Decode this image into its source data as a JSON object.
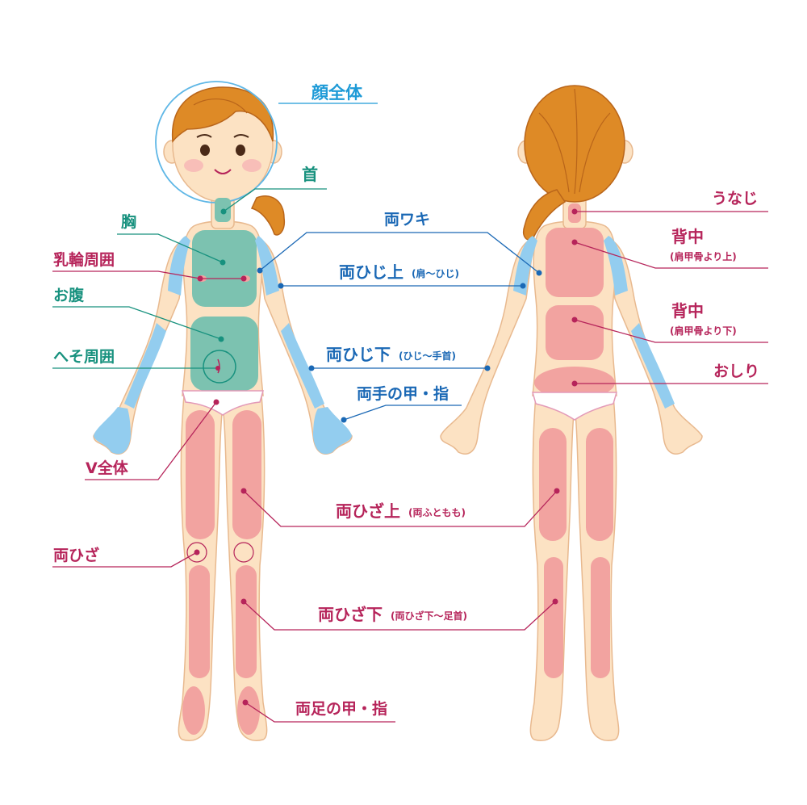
{
  "colors": {
    "skin": "#fce2c3",
    "skin_line": "#e8b98f",
    "hair": "#de8a26",
    "hair_line": "#b9651a",
    "blue_zone": "#93cdef",
    "green_zone": "#7cc2b0",
    "pink_zone": "#f2a3a0",
    "cyan_text": "#1f9bd7",
    "teal_text": "#17917e",
    "blue_text": "#1a68b5",
    "magenta_text": "#b6245a"
  },
  "labels": {
    "face": "顔全体",
    "neck": "首",
    "chest": "胸",
    "areola": "乳輪周囲",
    "belly": "お腹",
    "navel": "へそ周囲",
    "v_zone": "V全体",
    "knees": "両ひざ",
    "armpits": "両ワキ",
    "upper_arms": "両ひじ上",
    "upper_arms_sub": "(肩〜ひじ)",
    "lower_arms": "両ひじ下",
    "lower_arms_sub": "(ひじ〜手首)",
    "hands": "両手の甲・指",
    "thighs": "両ひざ上",
    "thighs_sub": "(両ふともも)",
    "lower_legs": "両ひざ下",
    "lower_legs_sub": "(両ひざ下〜足首)",
    "feet": "両足の甲・指",
    "nape": "うなじ",
    "upper_back": "背中",
    "upper_back_sub": "(肩甲骨より上)",
    "lower_back": "背中",
    "lower_back_sub": "(肩甲骨より下)",
    "buttocks": "おしり"
  }
}
